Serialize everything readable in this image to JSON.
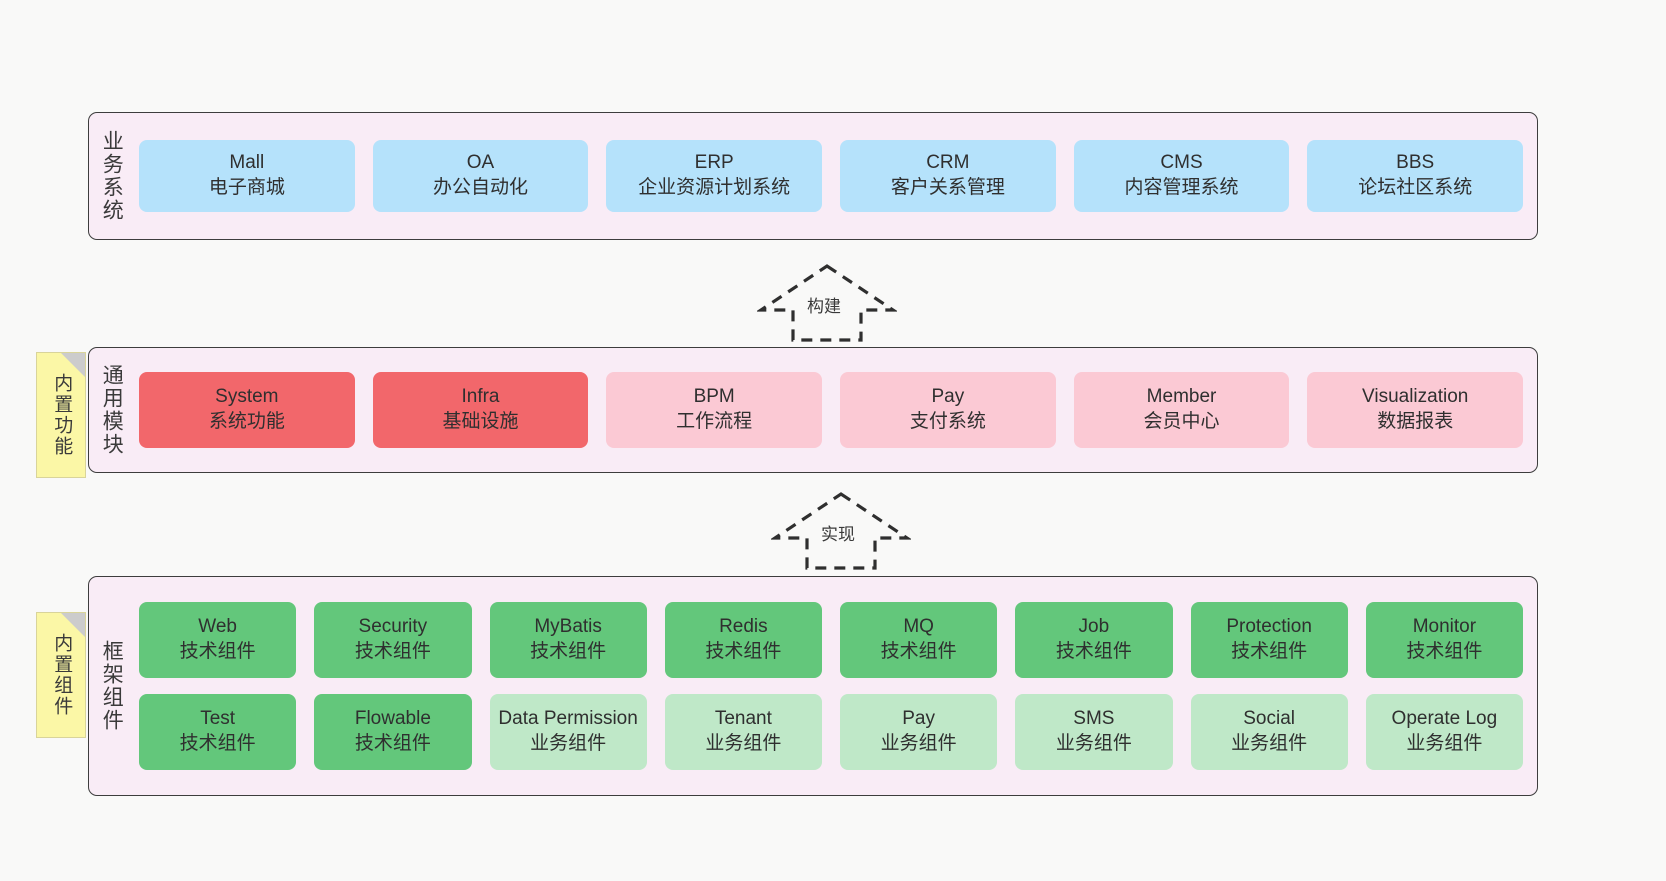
{
  "diagram": {
    "background": "#f9f9f8",
    "panel_bg": "#f9ecf6",
    "note_bg": "#fbf7a6"
  },
  "panels": [
    {
      "id": "business-system",
      "title": "业务系统",
      "rows": [
        {
          "cells": [
            {
              "l1": "Mall",
              "l2": "电子商城",
              "style": "blue"
            },
            {
              "l1": "OA",
              "l2": "办公自动化",
              "style": "blue"
            },
            {
              "l1": "ERP",
              "l2": "企业资源计划系统",
              "style": "blue"
            },
            {
              "l1": "CRM",
              "l2": "客户关系管理",
              "style": "blue"
            },
            {
              "l1": "CMS",
              "l2": "内容管理系统",
              "style": "blue"
            },
            {
              "l1": "BBS",
              "l2": "论坛社区系统",
              "style": "blue"
            }
          ]
        }
      ]
    },
    {
      "id": "common-module",
      "title": "通用模块",
      "note": "内置功能",
      "rows": [
        {
          "cells": [
            {
              "l1": "System",
              "l2": "系统功能",
              "style": "red"
            },
            {
              "l1": "Infra",
              "l2": "基础设施",
              "style": "red"
            },
            {
              "l1": "BPM",
              "l2": "工作流程",
              "style": "pink"
            },
            {
              "l1": "Pay",
              "l2": "支付系统",
              "style": "pink"
            },
            {
              "l1": "Member",
              "l2": "会员中心",
              "style": "pink"
            },
            {
              "l1": "Visualization",
              "l2": "数据报表",
              "style": "pink"
            }
          ]
        }
      ]
    },
    {
      "id": "framework-component",
      "title": "框架组件",
      "note": "内置组件",
      "rows": [
        {
          "cells": [
            {
              "l1": "Web",
              "l2": "技术组件",
              "style": "green"
            },
            {
              "l1": "Security",
              "l2": "技术组件",
              "style": "green"
            },
            {
              "l1": "MyBatis",
              "l2": "技术组件",
              "style": "green"
            },
            {
              "l1": "Redis",
              "l2": "技术组件",
              "style": "green"
            },
            {
              "l1": "MQ",
              "l2": "技术组件",
              "style": "green"
            },
            {
              "l1": "Job",
              "l2": "技术组件",
              "style": "green"
            },
            {
              "l1": "Protection",
              "l2": "技术组件",
              "style": "green"
            },
            {
              "l1": "Monitor",
              "l2": "技术组件",
              "style": "green"
            }
          ]
        },
        {
          "cells": [
            {
              "l1": "Test",
              "l2": "技术组件",
              "style": "green"
            },
            {
              "l1": "Flowable",
              "l2": "技术组件",
              "style": "green"
            },
            {
              "l1": "Data Permission",
              "l2": "业务组件",
              "style": "lgreen"
            },
            {
              "l1": "Tenant",
              "l2": "业务组件",
              "style": "lgreen"
            },
            {
              "l1": "Pay",
              "l2": "业务组件",
              "style": "lgreen"
            },
            {
              "l1": "SMS",
              "l2": "业务组件",
              "style": "lgreen"
            },
            {
              "l1": "Social",
              "l2": "业务组件",
              "style": "lgreen"
            },
            {
              "l1": "Operate Log",
              "l2": "业务组件",
              "style": "lgreen"
            }
          ]
        }
      ]
    }
  ],
  "arrows": [
    {
      "id": "build-arrow",
      "label": "构建"
    },
    {
      "id": "implement-arrow",
      "label": "实现"
    }
  ]
}
